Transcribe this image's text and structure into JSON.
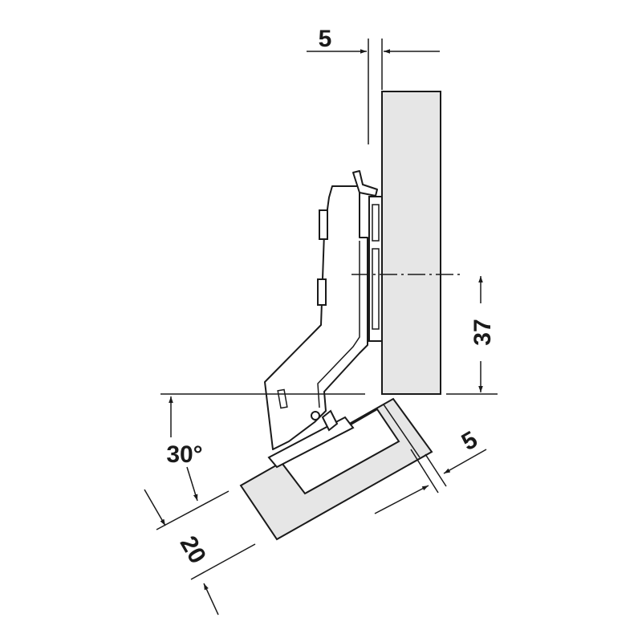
{
  "diagram": {
    "colors": {
      "line": "#1a1a1a",
      "panel_fill": "#e6e6e6",
      "background": "#ffffff"
    },
    "labels": {
      "top_gap": "5",
      "side_offset": "37",
      "opening_angle": "30°",
      "door_thickness": "20",
      "door_gap": "5"
    }
  }
}
